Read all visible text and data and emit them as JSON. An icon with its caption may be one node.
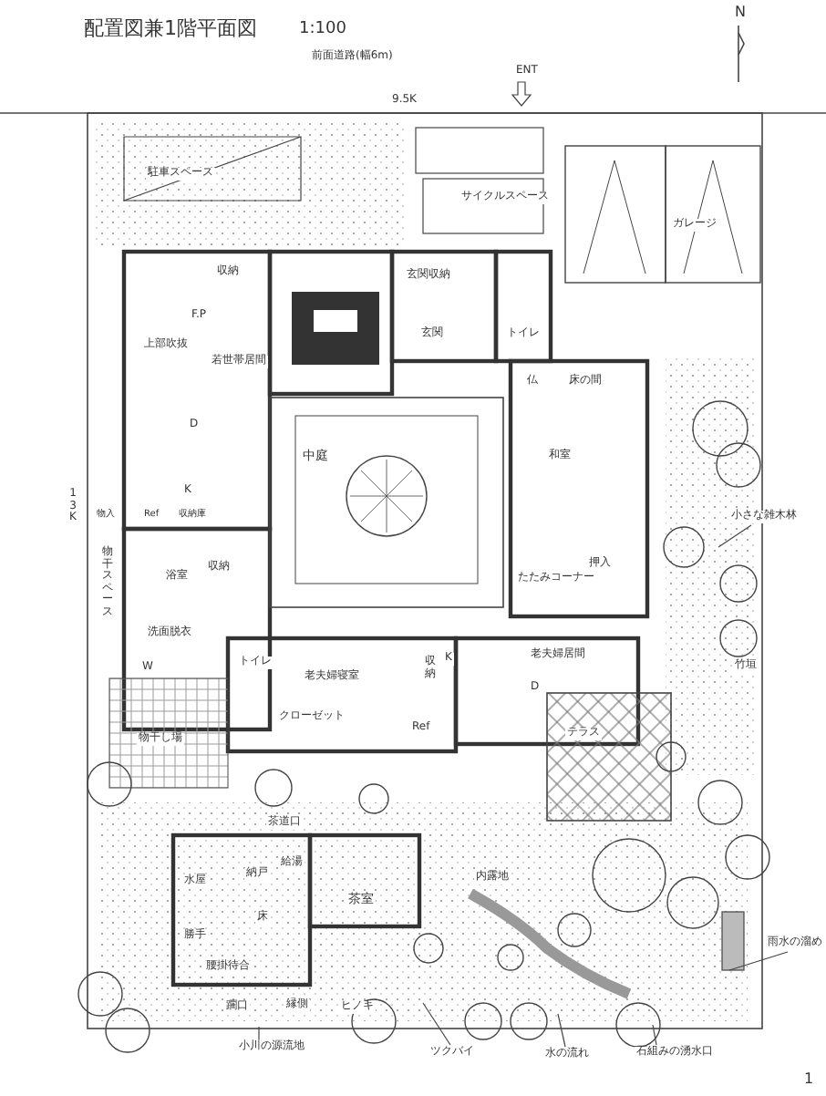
{
  "diagram": {
    "title": "配置図兼1階平面図",
    "nodes": [
      {
        "text": [
          "小さな雑木林"
        ]
      },
      {
        "text": [
          "雨水の溜め"
        ]
      },
      {
        "text": [
          "小川の源流地"
        ]
      },
      {
        "text": [
          "ツクバイ"
        ]
      },
      {
        "text": [
          "水の流れ"
        ]
      },
      {
        "text": [
          "石組みの湧水口"
        ]
      }
    ],
    "edges": [
      {
        "from": 0,
        "to": null,
        "arrow": "none"
      },
      {
        "from": 1,
        "to": null,
        "arrow": "none"
      },
      {
        "from": 2,
        "to": null,
        "arrow": "none"
      },
      {
        "from": 3,
        "to": null,
        "arrow": "none"
      },
      {
        "from": 4,
        "to": null,
        "arrow": "none"
      },
      {
        "from": 5,
        "to": null,
        "arrow": "none"
      }
    ],
    "labels": [
      "1:100",
      "前面道路(幅6m)",
      "N",
      "ENT",
      "9.5K",
      "駐車スペース",
      "サイクルスペース",
      "ガレージ",
      "収納",
      "F.P",
      "上部吹抜",
      "若世帯居間",
      "玄関収納",
      "玄関",
      "トイレ",
      "D",
      "仏",
      "床の間",
      "中庭",
      "和室",
      "K",
      "13K",
      "物入",
      "Ref",
      "収納庫",
      "浴室",
      "収納",
      "物干スペース",
      "押入",
      "たたみコーナー",
      "洗面脱衣",
      "老夫婦居間",
      "W",
      "トイレ",
      "K",
      "老夫婦寝室",
      "収納",
      "竹垣",
      "D",
      "クローゼット",
      "Ref",
      "テラス",
      "物干し場",
      "茶道口",
      "納戸",
      "給湯",
      "水屋",
      "内露地",
      "床",
      "茶室",
      "勝手",
      "腰掛待合",
      "躙口",
      "縁側",
      "ヒノキ",
      "1"
    ]
  }
}
